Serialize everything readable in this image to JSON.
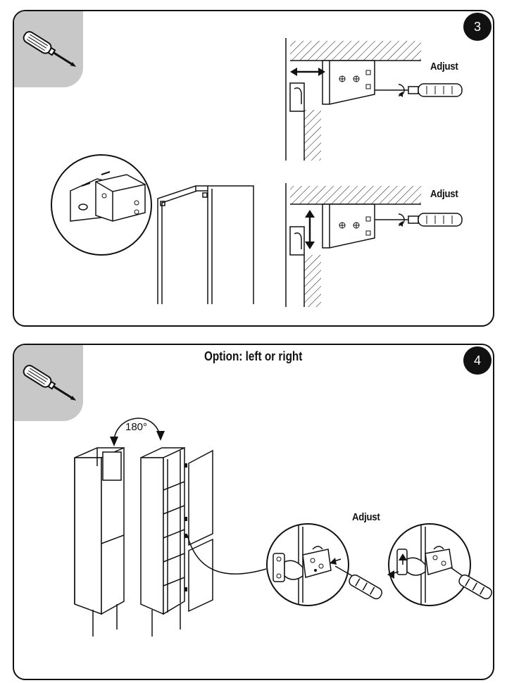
{
  "steps": [
    {
      "number": "3",
      "tool_icon": "screwdriver-icon",
      "labels": {
        "adjust_top": "Adjust",
        "adjust_bottom": "Adjust"
      }
    },
    {
      "number": "4",
      "tool_icon": "screwdriver-icon",
      "title": "Option: left or right",
      "rotation_label": "180°",
      "labels": {
        "adjust": "Adjust"
      }
    }
  ],
  "colors": {
    "border": "#111111",
    "badge_bg": "#c8c8c8",
    "step_badge_bg": "#111111"
  }
}
